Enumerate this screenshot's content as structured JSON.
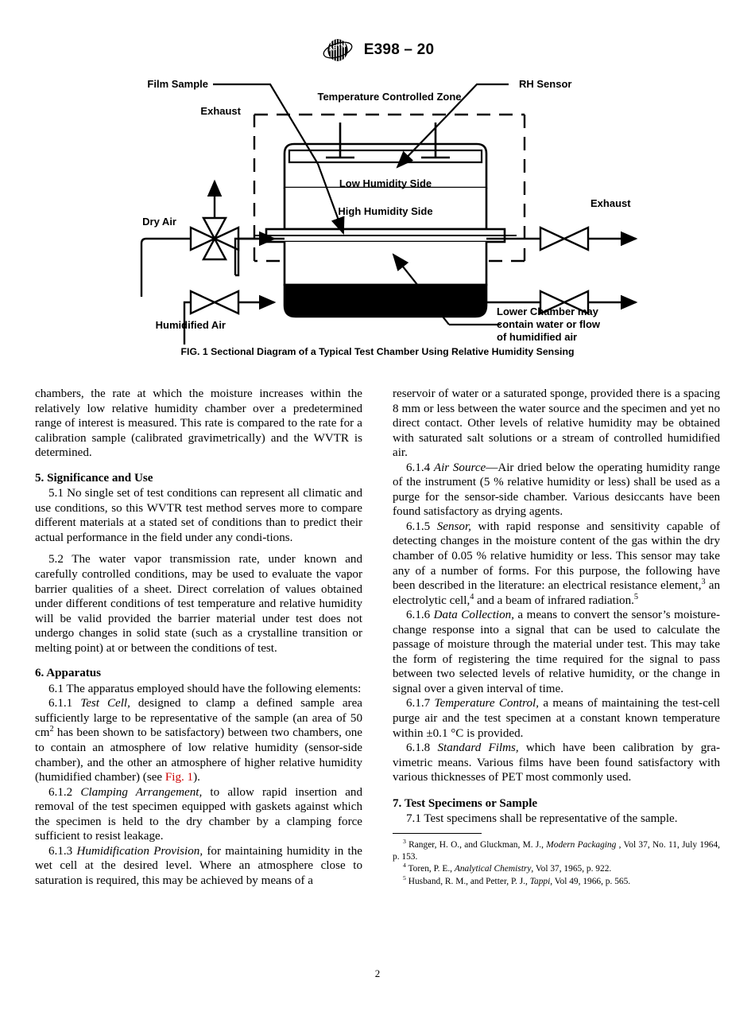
{
  "header": {
    "logo_icon": "astm-logo-icon",
    "designation": "E398 – 20"
  },
  "figure": {
    "caption": "FIG. 1 Sectional Diagram of a Typical Test Chamber Using Relative Humidity Sensing",
    "labels": {
      "film_sample": "Film Sample",
      "exhaust_left": "Exhaust",
      "dry_air": "Dry Air",
      "humidified_air": "Humidified Air",
      "temperature_zone": "Temperature Controlled Zone",
      "rh_sensor": "RH Sensor",
      "exhaust_right": "Exhaust",
      "low_humidity": "Low Humidity Side",
      "high_humidity": "High Humidity Side",
      "lower_chamber_line1": "Lower Chamber may",
      "lower_chamber_line2": "contain water or flow",
      "lower_chamber_line3": "of humidified air"
    }
  },
  "left_column": {
    "para_continuation": "chambers, the rate at which the moisture increases within the relatively low relative humidity chamber over a predetermined range of interest is measured. This rate is compared to the rate for a calibration sample (calibrated gravimetrically) and the WVTR is determined.",
    "section5_heading": "5.  Significance and Use",
    "para_5_1": "5.1  No single set of test conditions can represent all climatic and use conditions, so this WVTR test method serves more to compare different materials at a stated set of conditions than to predict their actual performance in the field under any condi-tions.",
    "para_5_2": "5.2  The water vapor transmission rate, under known and carefully controlled conditions, may be used to evaluate the vapor barrier qualities of a sheet. Direct correlation of values obtained under different conditions of test temperature and relative humidity will be valid provided the barrier material under test does not undergo changes in solid state (such as a crystalline transition or melting point) at or between the conditions of test.",
    "section6_heading": "6.  Apparatus",
    "para_6_1": "6.1  The apparatus employed should have the following elements:",
    "para_6_1_1_num": "6.1.1",
    "para_6_1_1_term": "Test Cell,",
    "para_6_1_1_a": " designed to clamp a defined sample area sufficiently large to be representative of the sample (an area of 50 cm",
    "para_6_1_1_sup": "2",
    "para_6_1_1_b": " has been shown to be satisfactory) between two chambers, one to contain an atmosphere of low relative humidity (sensor-side chamber), and the other an atmosphere of higher relative humidity (humidified chamber) (see ",
    "para_6_1_1_figref": "Fig. 1",
    "para_6_1_1_c": ").",
    "para_6_1_2_num": "6.1.2",
    "para_6_1_2_term": "Clamping Arrangement,",
    "para_6_1_2_body": " to allow rapid insertion and removal of the test specimen equipped with gaskets against which the specimen is held to the dry chamber by a clamping force sufficient to resist leakage.",
    "para_6_1_3_num": "6.1.3",
    "para_6_1_3_term": "Humidification Provision,",
    "para_6_1_3_body": " for maintaining humidity in the wet cell at the desired level. Where an atmosphere close to saturation is required, this may be achieved by means of a"
  },
  "right_column": {
    "para_continuation": "reservoir of water or a saturated sponge, provided there is a spacing 8 mm or less between the water source and the specimen and yet no direct contact. Other levels of relative humidity may be obtained with saturated salt solutions or a stream of controlled humidified air.",
    "para_6_1_4_num": "6.1.4",
    "para_6_1_4_term": "Air Source",
    "para_6_1_4_body": "—Air dried below the operating humidity range of the instrument (5 % relative humidity or less) shall be used as a purge for the sensor-side chamber. Various desiccants have been found satisfactory as drying agents.",
    "para_6_1_5_num": "6.1.5",
    "para_6_1_5_term": "Sensor,",
    "para_6_1_5_a": " with rapid response and sensitivity capable of detecting changes in the moisture content of the gas within the dry chamber of 0.05 % relative humidity or less. This sensor may take any of a number of forms. For this purpose, the following have been described in the literature: an electrical resistance element,",
    "para_6_1_5_sup1": "3",
    "para_6_1_5_b": " an electrolytic cell,",
    "para_6_1_5_sup2": "4",
    "para_6_1_5_c": " and a beam of infrared radiation.",
    "para_6_1_5_sup3": "5",
    "para_6_1_6_num": "6.1.6",
    "para_6_1_6_term": "Data Collection,",
    "para_6_1_6_body": " a means to convert the sensor’s moisture-change response into a signal that can be used to calculate the passage of moisture through the material under test. This may take the form of registering the time required for the signal to pass between two selected levels of relative humidity, or the change in signal over a given interval of time.",
    "para_6_1_7_num": "6.1.7",
    "para_6_1_7_term": "Temperature Control,",
    "para_6_1_7_body": " a means of maintaining the test-cell purge air and the test specimen at a constant known temperature within ±0.1 °C is provided.",
    "para_6_1_8_num": "6.1.8",
    "para_6_1_8_term": "Standard Films,",
    "para_6_1_8_body": " which have been calibration by gra-vimetric means. Various films have been found satisfactory with various thicknesses of PET most commonly used.",
    "section7_heading": "7.  Test Specimens or Sample",
    "para_7_1": "7.1  Test specimens shall be representative of the sample."
  },
  "footnotes": [
    {
      "marker": "3",
      "pre": " Ranger, H. O., and Gluckman, M. J., ",
      "italic": "Modern Packaging",
      "post": " , Vol 37, No. 11, July 1964, p. 153."
    },
    {
      "marker": "4",
      "pre": " Toren, P. E., ",
      "italic": "Analytical Chemistry",
      "post": ", Vol 37, 1965, p. 922."
    },
    {
      "marker": "5",
      "pre": " Husband, R. M., and Petter, P. J., ",
      "italic": "Tappi",
      "post": ", Vol 49, 1966, p. 565."
    }
  ],
  "page_number": "2"
}
